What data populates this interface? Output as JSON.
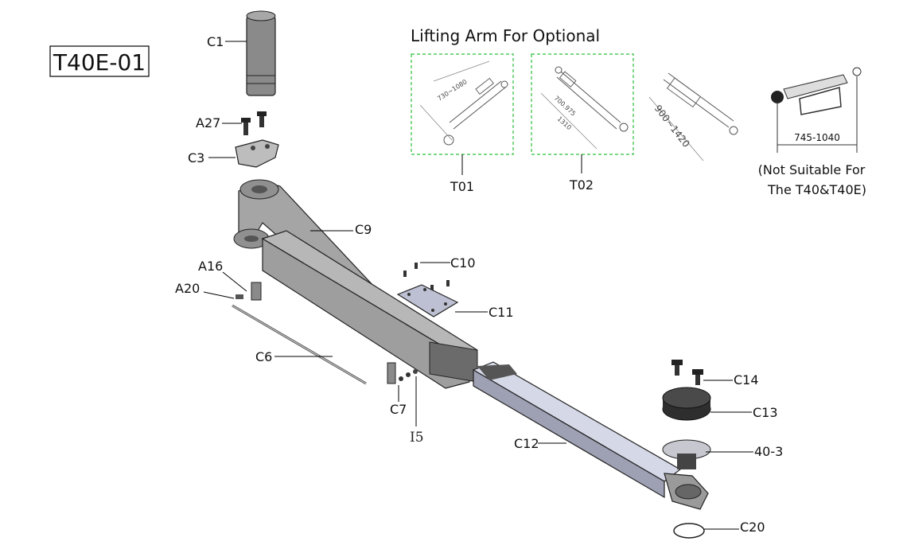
{
  "model_code": "T40E-01",
  "optional_title": "Lifting Arm For Optional",
  "optional_options": [
    {
      "code": "T01",
      "dimension": "730~1080"
    },
    {
      "code": "T02",
      "dimension_a": "700.975",
      "dimension_b": "1310"
    },
    {
      "code": "",
      "dimension": "900~1420"
    },
    {
      "code": "",
      "dimension": "745-1040"
    }
  ],
  "not_suitable_note": [
    "(Not Suitable For",
    "The T40&T40E)"
  ],
  "part_labels": {
    "c1": "C1",
    "a27": "A27",
    "c3": "C3",
    "c9": "C9",
    "a16": "A16",
    "a20": "A20",
    "c10": "C10",
    "c11": "C11",
    "c6": "C6",
    "c7": "C7",
    "i5": "I5",
    "c12": "C12",
    "c14": "C14",
    "c13": "C13",
    "p40_3": "40-3",
    "c20": "C20"
  },
  "colors": {
    "frame_dash": "#2bbf3a",
    "metal": "#8a8a8a",
    "plate": "#b9bccd",
    "dark": "#3a3a3a"
  }
}
